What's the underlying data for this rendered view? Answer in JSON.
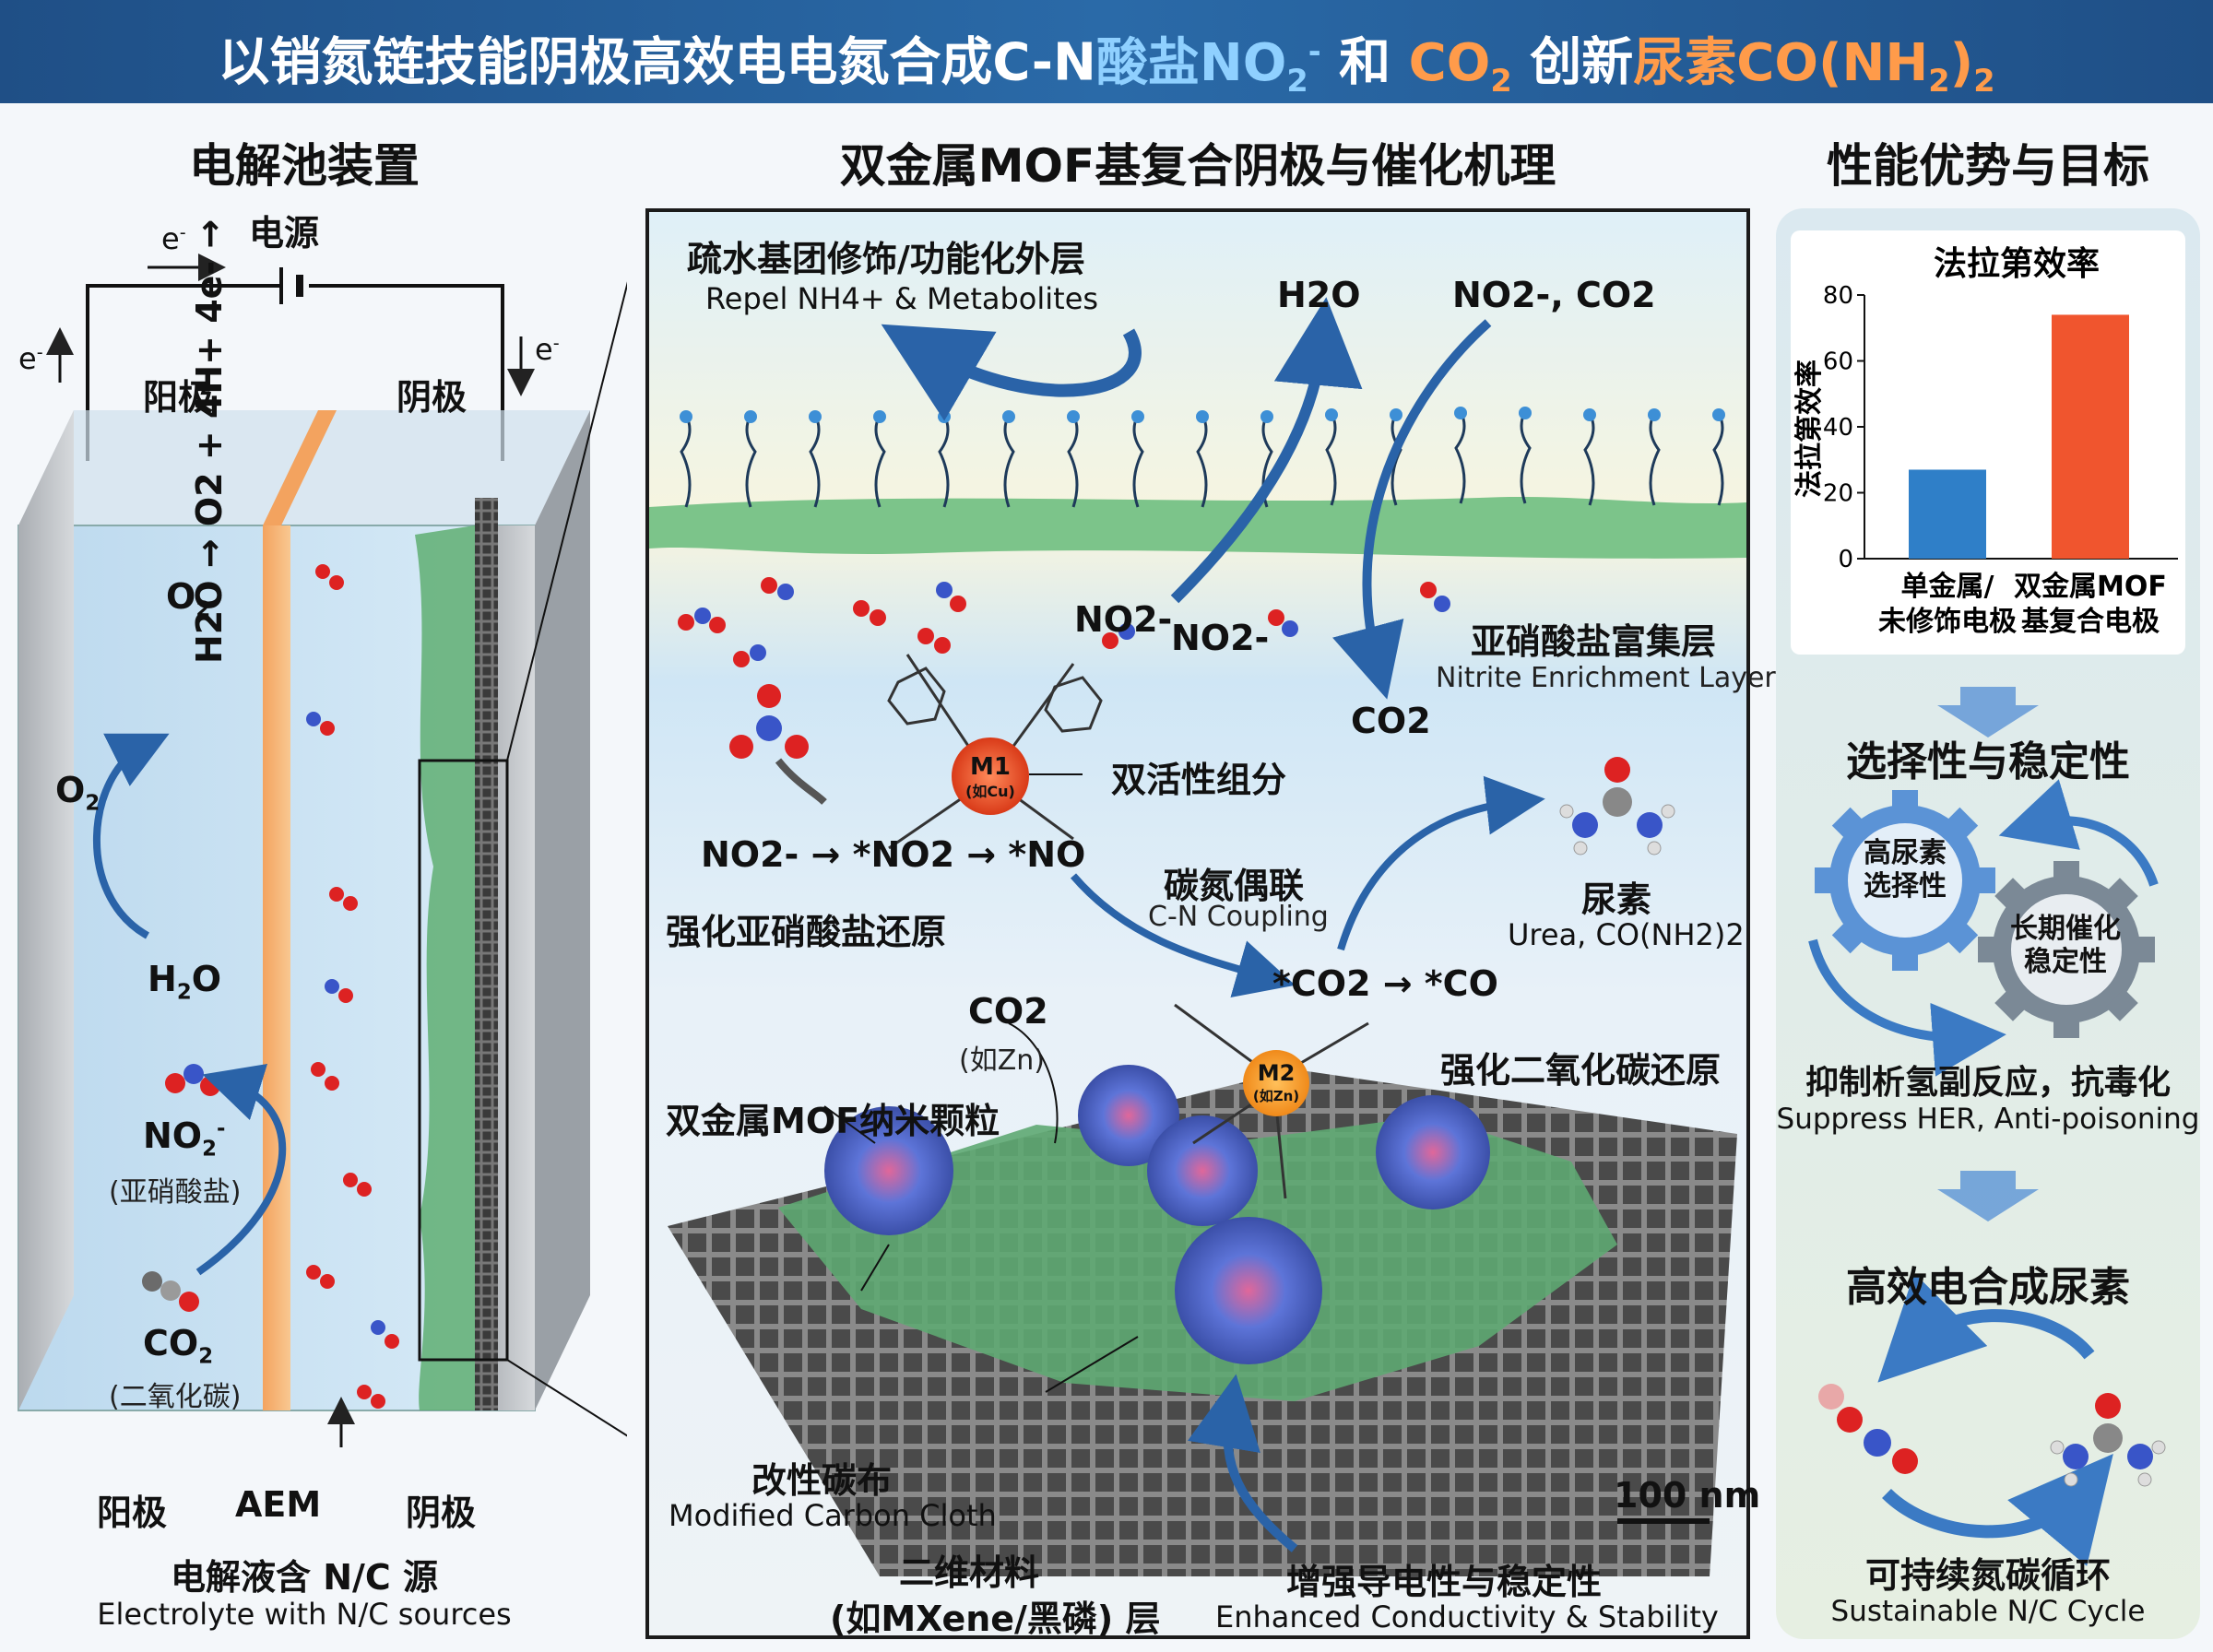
{
  "header": {
    "title_part1": "以销氮链技能阴极高效电电氮合成C-N",
    "title_part2": "酸盐NO",
    "title_part2_sub": "2",
    "title_part2_sup": "-",
    "title_part3": " 和 ",
    "title_part4": "CO",
    "title_part4_sub": "2",
    "title_part5": " 创新",
    "title_part6": "尿素CO(NH",
    "title_part6_sub": "2",
    "title_part6_end": ")",
    "title_part6_sub2": "2"
  },
  "left_panel": {
    "title": "电解池装置",
    "power_source": "电源",
    "electron": "e",
    "electron_sup": "-",
    "anode_top": "阳极",
    "cathode_top": "阴极",
    "o2_top": "O",
    "o2_top_sub": "2",
    "reaction_text": "H2O → O2 + 4H+ 4e- →",
    "o2_side": "O",
    "o2_side_sub": "2",
    "h2o": "H",
    "h2o_sub": "2",
    "h2o_end": "O",
    "no2": "NO",
    "no2_sub": "2",
    "no2_sup": "-",
    "no2_cn": "(亚硝酸盐)",
    "co2": "CO",
    "co2_sub": "2",
    "co2_cn": "(二氧化碳)",
    "anode_bottom": "阳极",
    "aem": "AEM",
    "cathode_bottom": "阴极",
    "electrolyte_cn": "电解液含 N/C 源",
    "electrolyte_en": "Electrolyte with N/C sources"
  },
  "middle_panel": {
    "title": "双金属MOF基复合阴极与催化机理",
    "hydrophobic_cn": "疏水基团修饰/功能化外层",
    "hydrophobic_en": "Repel NH4+ & Metabolites",
    "h2o_label": "H2O",
    "no2_co2_label": "NO2-, CO2",
    "no2_a": "NO2-",
    "no2_b": "NO2-",
    "nitrite_layer_cn": "亚硝酸盐富集层",
    "nitrite_layer_en": "Nitrite Enrichment Layer",
    "co2_label": "CO2",
    "m1": "M1",
    "m1_sub": "(如Cu)",
    "dual_active": "双活性组分",
    "no2_chain": "NO2- → *NO2 → *NO",
    "enhance_nitrite": "强化亚硝酸盐还原",
    "cn_coupling_cn": "碳氮偶联",
    "cn_coupling_en": "C-N Coupling",
    "urea_cn": "尿素",
    "urea_en": "Urea, CO(NH2)2",
    "co2_chain": "*CO2 → *CO",
    "co2_zn": "CO2",
    "co2_zn_sub": "(如Zn)",
    "m2": "M2",
    "m2_sub": "(如Zn)",
    "enhance_co2": "强化二氧化碳还原",
    "mof_particles": "双金属MOF纳米颗粒",
    "carbon_cloth_cn": "改性碳布",
    "carbon_cloth_en": "Modified Carbon Cloth",
    "scale_bar": "100 nm",
    "material_2d_cn1": "二维材料",
    "material_2d_cn2": "(如MXene/黑磷) 层",
    "conductivity_cn": "增强导电性与稳定性",
    "conductivity_en": "Enhanced Conductivity & Stability"
  },
  "right_panel": {
    "title": "性能优势与目标",
    "selectivity_title": "选择性与稳定性",
    "gear1": "高尿素选择性",
    "gear2": "长期催化稳定性",
    "suppress_cn": "抑制析氢副反应，抗毒化",
    "suppress_en": "Suppress HER, Anti-poisoning",
    "synthesis": "高效电合成尿素",
    "cycle_cn": "可持续氮碳循环",
    "cycle_en": "Sustainable N/C Cycle"
  },
  "chart_data": {
    "type": "bar",
    "title": "法拉第效率",
    "ylabel": "法拉第效率",
    "xlabel": "",
    "ylim": [
      0,
      80
    ],
    "yticks": [
      0,
      20,
      40,
      60,
      80
    ],
    "categories": [
      [
        "单金属/",
        "未修饰电极"
      ],
      [
        "双金属MOF",
        "基复合电极"
      ]
    ],
    "values": [
      27,
      74
    ],
    "colors": [
      "#2f7fc8",
      "#f0552e"
    ],
    "grid": false
  }
}
